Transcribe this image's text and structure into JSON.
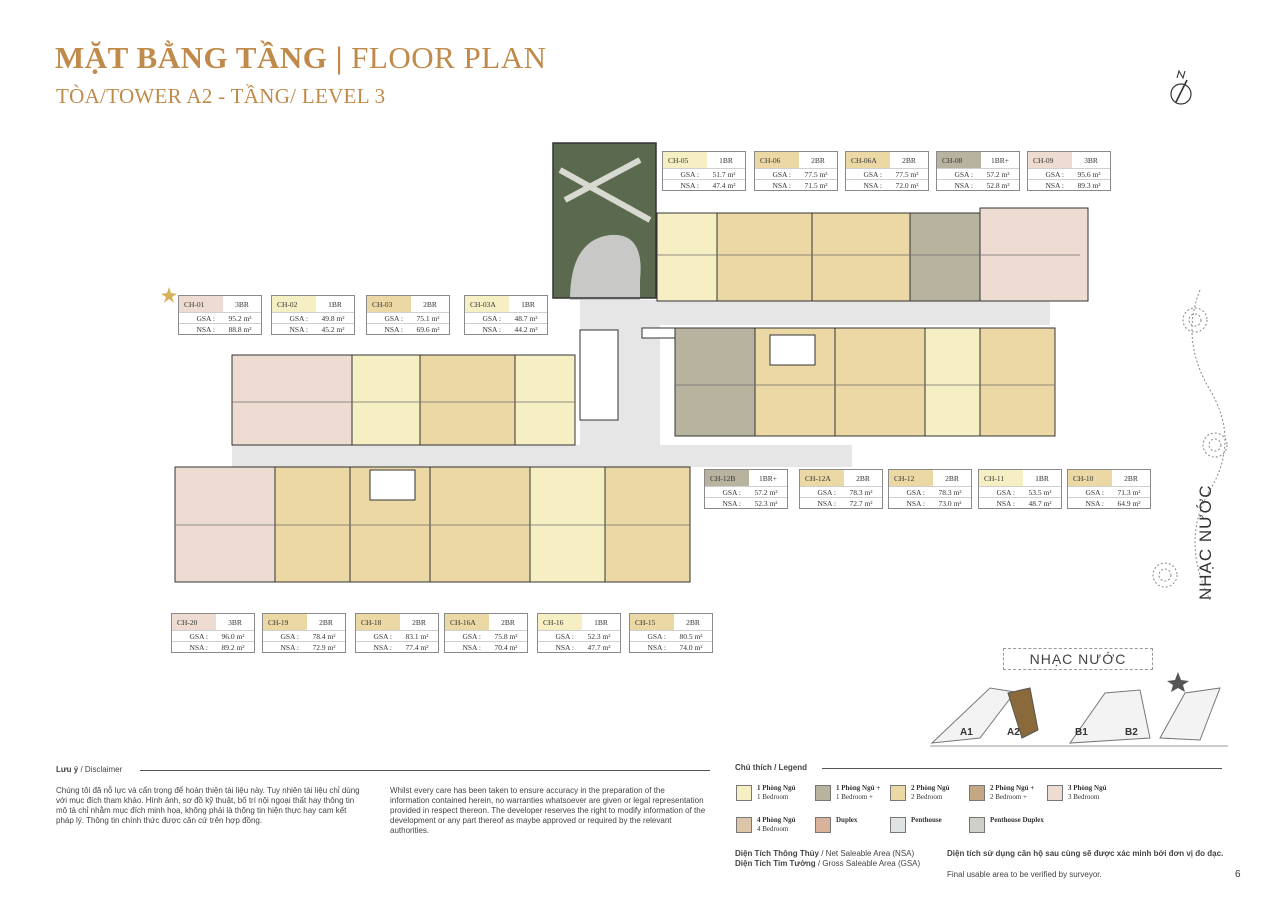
{
  "header": {
    "title_bold": "MẶT BẰNG TẦNG |",
    "title_light": "FLOOR PLAN",
    "subtitle": "TÒA/TOWER A2 - TẦNG/ LEVEL 3"
  },
  "colors": {
    "brand_gold": "#c08a4a",
    "br1": "#f6efc4",
    "br1plus": "#b8b39e",
    "br2": "#ecd8a5",
    "br2plus": "#c4a885",
    "br3": "#eedcd2",
    "br4": "#dcc5a9",
    "duplex": "#d9b29c",
    "penthouse": "#dfe3e4",
    "penthouse_duplex": "#d1cfca"
  },
  "units_top": [
    {
      "code": "CH-05",
      "type": "1BR",
      "gsa_label": "GSA :",
      "gsa": "51.7 m²",
      "nsa_label": "NSA :",
      "nsa": "47.4 m²",
      "color": "#f6efc4"
    },
    {
      "code": "CH-06",
      "type": "2BR",
      "gsa_label": "GSA :",
      "gsa": "77.5 m²",
      "nsa_label": "NSA :",
      "nsa": "71.5 m²",
      "color": "#ecd8a5"
    },
    {
      "code": "CH-06A",
      "type": "2BR",
      "gsa_label": "GSA :",
      "gsa": "77.5 m²",
      "nsa_label": "NSA :",
      "nsa": "72.0 m²",
      "color": "#ecd8a5"
    },
    {
      "code": "CH-08",
      "type": "1BR+",
      "gsa_label": "GSA :",
      "gsa": "57.2 m²",
      "nsa_label": "NSA :",
      "nsa": "52.8 m²",
      "color": "#b8b39e"
    },
    {
      "code": "CH-09",
      "type": "3BR",
      "gsa_label": "GSA :",
      "gsa": "95.6 m²",
      "nsa_label": "NSA :",
      "nsa": "89.3 m²",
      "color": "#eedcd2"
    }
  ],
  "units_left": [
    {
      "code": "CH-01",
      "type": "3BR",
      "gsa_label": "GSA :",
      "gsa": "95.2 m²",
      "nsa_label": "NSA :",
      "nsa": "88.8 m²",
      "color": "#eedcd2"
    },
    {
      "code": "CH-02",
      "type": "1BR",
      "gsa_label": "GSA :",
      "gsa": "49.8 m²",
      "nsa_label": "NSA :",
      "nsa": "45.2 m²",
      "color": "#f6efc4"
    },
    {
      "code": "CH-03",
      "type": "2BR",
      "gsa_label": "GSA :",
      "gsa": "75.1 m²",
      "nsa_label": "NSA :",
      "nsa": "69.6 m²",
      "color": "#ecd8a5"
    },
    {
      "code": "CH-03A",
      "type": "1BR",
      "gsa_label": "GSA :",
      "gsa": "48.7 m²",
      "nsa_label": "NSA :",
      "nsa": "44.2 m²",
      "color": "#f6efc4"
    }
  ],
  "units_right": [
    {
      "code": "CH-12B",
      "type": "1BR+",
      "gsa_label": "GSA :",
      "gsa": "57.2 m²",
      "nsa_label": "NSA :",
      "nsa": "52.3 m²",
      "color": "#b8b39e"
    },
    {
      "code": "CH-12A",
      "type": "2BR",
      "gsa_label": "GSA :",
      "gsa": "78.3 m²",
      "nsa_label": "NSA :",
      "nsa": "72.7 m²",
      "color": "#ecd8a5"
    },
    {
      "code": "CH-12",
      "type": "2BR",
      "gsa_label": "GSA :",
      "gsa": "78.3 m²",
      "nsa_label": "NSA :",
      "nsa": "73.0 m²",
      "color": "#ecd8a5"
    },
    {
      "code": "CH-11",
      "type": "1BR",
      "gsa_label": "GSA :",
      "gsa": "53.5 m²",
      "nsa_label": "NSA :",
      "nsa": "48.7 m²",
      "color": "#f6efc4"
    },
    {
      "code": "CH-10",
      "type": "2BR",
      "gsa_label": "GSA :",
      "gsa": "71.3 m²",
      "nsa_label": "NSA :",
      "nsa": "64.9 m²",
      "color": "#ecd8a5"
    }
  ],
  "units_bottom": [
    {
      "code": "CH-20",
      "type": "3BR",
      "gsa_label": "GSA :",
      "gsa": "96.0 m²",
      "nsa_label": "NSA :",
      "nsa": "89.2 m²",
      "color": "#eedcd2"
    },
    {
      "code": "CH-19",
      "type": "2BR",
      "gsa_label": "GSA :",
      "gsa": "78.4 m²",
      "nsa_label": "NSA :",
      "nsa": "72.9 m²",
      "color": "#ecd8a5"
    },
    {
      "code": "CH-18",
      "type": "2BR",
      "gsa_label": "GSA :",
      "gsa": "83.1 m²",
      "nsa_label": "NSA :",
      "nsa": "77.4 m²",
      "color": "#ecd8a5"
    },
    {
      "code": "CH-16A",
      "type": "2BR",
      "gsa_label": "GSA :",
      "gsa": "75.8 m²",
      "nsa_label": "NSA :",
      "nsa": "70.4 m²",
      "color": "#ecd8a5"
    },
    {
      "code": "CH-16",
      "type": "1BR",
      "gsa_label": "GSA :",
      "gsa": "52.3 m²",
      "nsa_label": "NSA :",
      "nsa": "47.7 m²",
      "color": "#f6efc4"
    },
    {
      "code": "CH-15",
      "type": "2BR",
      "gsa_label": "GSA :",
      "gsa": "80.5 m²",
      "nsa_label": "NSA :",
      "nsa": "74.0 m²",
      "color": "#ecd8a5"
    }
  ],
  "side_label": "NHẠC NƯỚC",
  "keymap": {
    "label": "NHẠC NƯỚC",
    "towers": [
      "A1",
      "A2",
      "B1",
      "B2"
    ]
  },
  "disclaimer": {
    "title_bold": "Lưu ý",
    "title_rest": " / Disclaimer",
    "vi": "Chúng tôi đã nỗ lực và cẩn trọng để hoàn thiện tài liệu này. Tuy nhiên tài liệu chỉ dùng với mục đích tham khảo. Hình ảnh, sơ đồ kỹ thuật, bố trí nội ngoại thất hay thông tin mô tả chỉ nhằm mục đích minh họa, không phải là thông tin hiện thực hay cam kết pháp lý. Thông tin chính thức được căn cứ trên hợp đồng.",
    "en": "Whilst every care has been taken to ensure accuracy in the preparation of the information contained herein, no warranties whatsoever are given or legal representation provided in respect thereon. The developer reserves the right to modify information of the development or any part thereof as maybe approved or required by the relevant authorities."
  },
  "legend": {
    "title": "Chú thích / Legend",
    "items": [
      {
        "vi": "1 Phòng Ngủ",
        "en": "1 Bedroom",
        "color": "#f6efc4"
      },
      {
        "vi": "1 Phòng Ngủ +",
        "en": "1 Bedroom +",
        "color": "#b8b39e"
      },
      {
        "vi": "2 Phòng Ngủ",
        "en": "2 Bedroom",
        "color": "#ecd8a5"
      },
      {
        "vi": "2 Phòng Ngủ +",
        "en": "2 Bedroom +",
        "color": "#c4a885"
      },
      {
        "vi": "3 Phòng Ngủ",
        "en": "3 Bedroom",
        "color": "#eedcd2"
      },
      {
        "vi": "4 Phòng Ngủ",
        "en": "4 Bedroom",
        "color": "#dcc5a9"
      },
      {
        "vi": "Duplex",
        "en": "",
        "color": "#d9b29c"
      },
      {
        "vi": "Penthouse",
        "en": "",
        "color": "#dfe3e4"
      },
      {
        "vi": "Penthouse Duplex",
        "en": "",
        "color": "#d1cfca"
      }
    ]
  },
  "area_notes": {
    "nsa_bold": "Diện Tích Thông Thủy",
    "nsa_rest": " / Net Saleable Area (NSA)",
    "gsa_bold": "Diện Tích Tim Tường",
    "gsa_rest": " / Gross Saleable Area (GSA)",
    "verify_vi": "Diện tích sử dụng căn hộ sau cùng sẽ được xác minh bởi đơn vị đo đạc.",
    "verify_en": "Final usable area to be verified by surveyor."
  },
  "page_number": "6"
}
